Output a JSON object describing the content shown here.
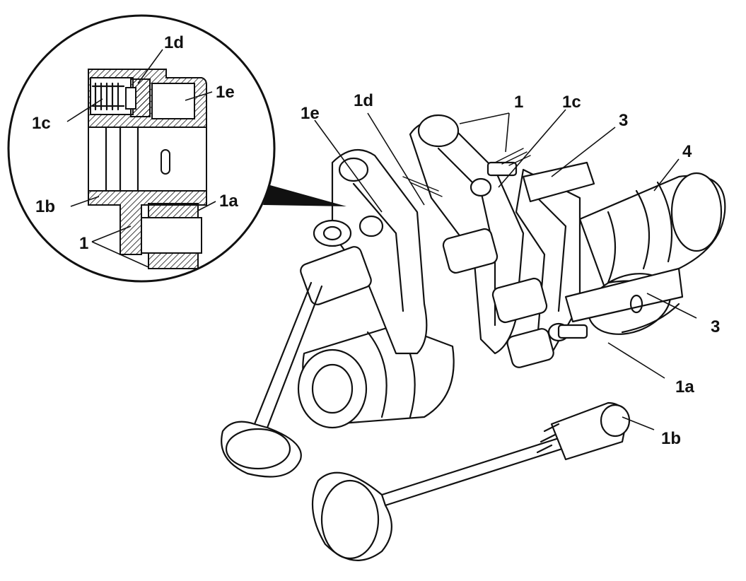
{
  "colors": {
    "ink": "#111111",
    "paper": "#ffffff"
  },
  "callouts": {
    "main": {
      "part_1": "1",
      "part_1a": "1a",
      "part_1b": "1b",
      "part_1c": "1c",
      "part_1d": "1d",
      "part_1e": "1e",
      "part_3_top": "3",
      "part_3_right": "3",
      "part_4": "4"
    },
    "inset": {
      "part_1": "1",
      "part_1a": "1a",
      "part_1b": "1b",
      "part_1c": "1c",
      "part_1d": "1d",
      "part_1e": "1e"
    }
  }
}
